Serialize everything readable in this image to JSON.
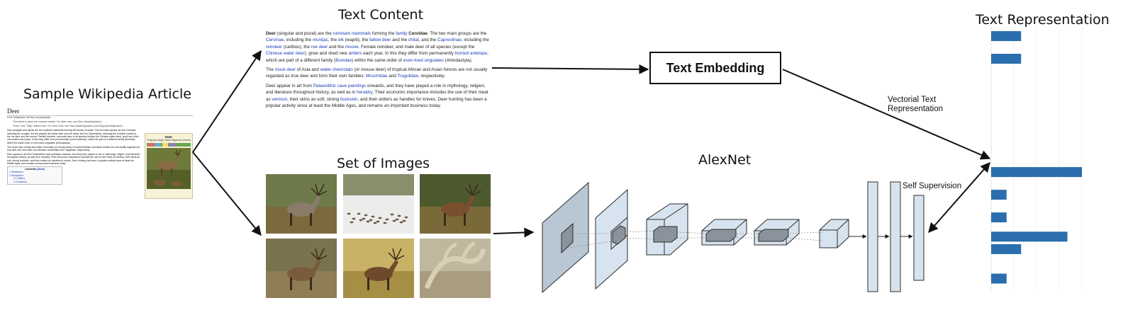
{
  "titles": {
    "wiki": "Sample Wikipedia Article",
    "text_content": "Text Content",
    "images": "Set of Images",
    "network": "AlexNet",
    "representation": "Text Representation"
  },
  "wiki": {
    "heading": "Deer",
    "from": "From Wikipedia, the free encyclopedia",
    "hatnote1": "This article is about the ruminant animal. For other uses, see Deer (disambiguation).",
    "hatnote2": "\"Fawn\" and \"Stag\" redirect here. For other uses, see Fawn (disambiguation) and Stag (disambiguation).",
    "p1": "Deer (singular and plural) are the ruminant mammals forming the family Cervidae. The two main groups are the Cervinae, including the muntjac, the elk (wapiti), the fallow deer and the chital, and the Capreolinae, including the reindeer (caribou), the roe deer and the moose. Female reindeer, and male deer of all species (except the Chinese water deer), grow and shed new antlers each year. In this they differ from permanently horned antelope, which are part of a different family (Bovidae) within the same order of even-toed ungulates (Artiodactyla).",
    "p2": "The musk deer of Asia and water chevrotain (or mouse deer) of tropical African and Asian forests are not usually regarded as true deer and form their own families: Moschidae and Tragulidae, respectively.",
    "p3": "Deer appear in art from Palaeolithic cave paintings onwards, and they have played a role in mythology, religion, and literature throughout history, as well as in heraldry. Their economic importance includes the use of their meat as venison, their skins as soft, strong buckskin, and their antlers as handles for knives. Deer hunting has been a popular activity since at least the Middle Ages, and remains an important business today.",
    "toc_title": "Contents",
    "toc_hide": "[hide]",
    "toc": [
      "1 Distribution",
      "2 Description",
      "2.1 Antlers",
      "2.2 Anatomy"
    ],
    "infobox_title": "Deer",
    "infobox_sub": "Temporal range: Early Oligocene–Recent"
  },
  "text_content": {
    "p1": [
      {
        "t": "Deer",
        "b": true
      },
      {
        "t": " (singular and plural) are the "
      },
      {
        "t": "ruminant mammals",
        "l": true
      },
      {
        "t": " forming the "
      },
      {
        "t": "family",
        "l": true
      },
      {
        "t": " "
      },
      {
        "t": "Cervidae",
        "b": true
      },
      {
        "t": ". The two main groups are the "
      },
      {
        "t": "Cervinae",
        "l": true
      },
      {
        "t": ", including the "
      },
      {
        "t": "muntjac",
        "l": true
      },
      {
        "t": ", the "
      },
      {
        "t": "elk",
        "l": true
      },
      {
        "t": " (wapiti), the "
      },
      {
        "t": "fallow deer",
        "l": true
      },
      {
        "t": " and the "
      },
      {
        "t": "chital",
        "l": true
      },
      {
        "t": ", and the "
      },
      {
        "t": "Capreolinae",
        "l": true
      },
      {
        "t": ", including the "
      },
      {
        "t": "reindeer",
        "l": true
      },
      {
        "t": " (caribou), the "
      },
      {
        "t": "roe deer",
        "l": true
      },
      {
        "t": " and the "
      },
      {
        "t": "moose",
        "l": true
      },
      {
        "t": ". Female reindeer, and male deer of all species (except the "
      },
      {
        "t": "Chinese water deer",
        "l": true
      },
      {
        "t": "), grow and shed new "
      },
      {
        "t": "antlers",
        "l": true
      },
      {
        "t": " each year. In this they differ from permanently "
      },
      {
        "t": "horned",
        "l": true
      },
      {
        "t": " "
      },
      {
        "t": "antelope",
        "l": true
      },
      {
        "t": ", which are part of a different family ("
      },
      {
        "t": "Bovidae",
        "l": true
      },
      {
        "t": ") within the same order of "
      },
      {
        "t": "even-toed ungulates",
        "l": true
      },
      {
        "t": " (Artiodactyla)."
      }
    ],
    "p2": [
      {
        "t": "The "
      },
      {
        "t": "musk deer",
        "l": true
      },
      {
        "t": " of Asia and "
      },
      {
        "t": "water chevrotain",
        "l": true
      },
      {
        "t": " (or mouse deer) of tropical African and Asian forests are not usually regarded as true deer and form their own families: "
      },
      {
        "t": "Moschidae",
        "l": true
      },
      {
        "t": " and "
      },
      {
        "t": "Tragulidae",
        "l": true
      },
      {
        "t": ", respectively."
      }
    ],
    "p3": [
      {
        "t": "Deer appear in art from "
      },
      {
        "t": "Palaeolithic cave paintings",
        "l": true
      },
      {
        "t": " onwards, and they have played a role in mythology, religion, and literature throughout history, as well as in "
      },
      {
        "t": "heraldry",
        "l": true
      },
      {
        "t": ". Their economic importance includes the use of their meat as "
      },
      {
        "t": "venison",
        "l": true
      },
      {
        "t": ", their skins as soft, strong "
      },
      {
        "t": "buckskin",
        "l": true
      },
      {
        "t": ", and their antlers as handles for knives. Deer hunting has been a popular activity since at least the Middle Ages, and remains an important business today."
      }
    ]
  },
  "embedding_label": "Text Embedding",
  "vectorial_label_1": "Vectorial Text",
  "vectorial_label_2": "Representation",
  "self_supervision_label": "Self Supervision",
  "photos": [
    {
      "name": "reindeer-photo",
      "sky": "#6e7a4a",
      "ground": "#7c6a3e",
      "animal": "#8a7b6a"
    },
    {
      "name": "herd-snow-photo",
      "sky": "#7b8a6a",
      "ground": "#e9e9e6",
      "animal": "#6b5a48"
    },
    {
      "name": "red-stag-photo",
      "sky": "#4c5a2e",
      "ground": "#7a6a3a",
      "animal": "#7a4f2e"
    },
    {
      "name": "whitetail-buck-photo",
      "sky": "#7a7350",
      "ground": "#8f7d55",
      "animal": "#7a5c3c"
    },
    {
      "name": "deer-grass-photo",
      "sky": "#c9b266",
      "ground": "#a68f45",
      "animal": "#6e4a2a"
    },
    {
      "name": "antler-shed-photo",
      "sky": "#bfb79e",
      "ground": "#a89d7f",
      "animal": "#d8d0b6"
    }
  ],
  "representation_bars": [
    0.33,
    0.33,
    0.0,
    1.0,
    0.17,
    0.17,
    0.84,
    0.33,
    0.0,
    0.17
  ],
  "colors": {
    "bar": "#2a6ead",
    "cnn_fill": "#d7e4ef",
    "cnn_stroke": "#2b2b2b",
    "link": "#1a3db8"
  }
}
